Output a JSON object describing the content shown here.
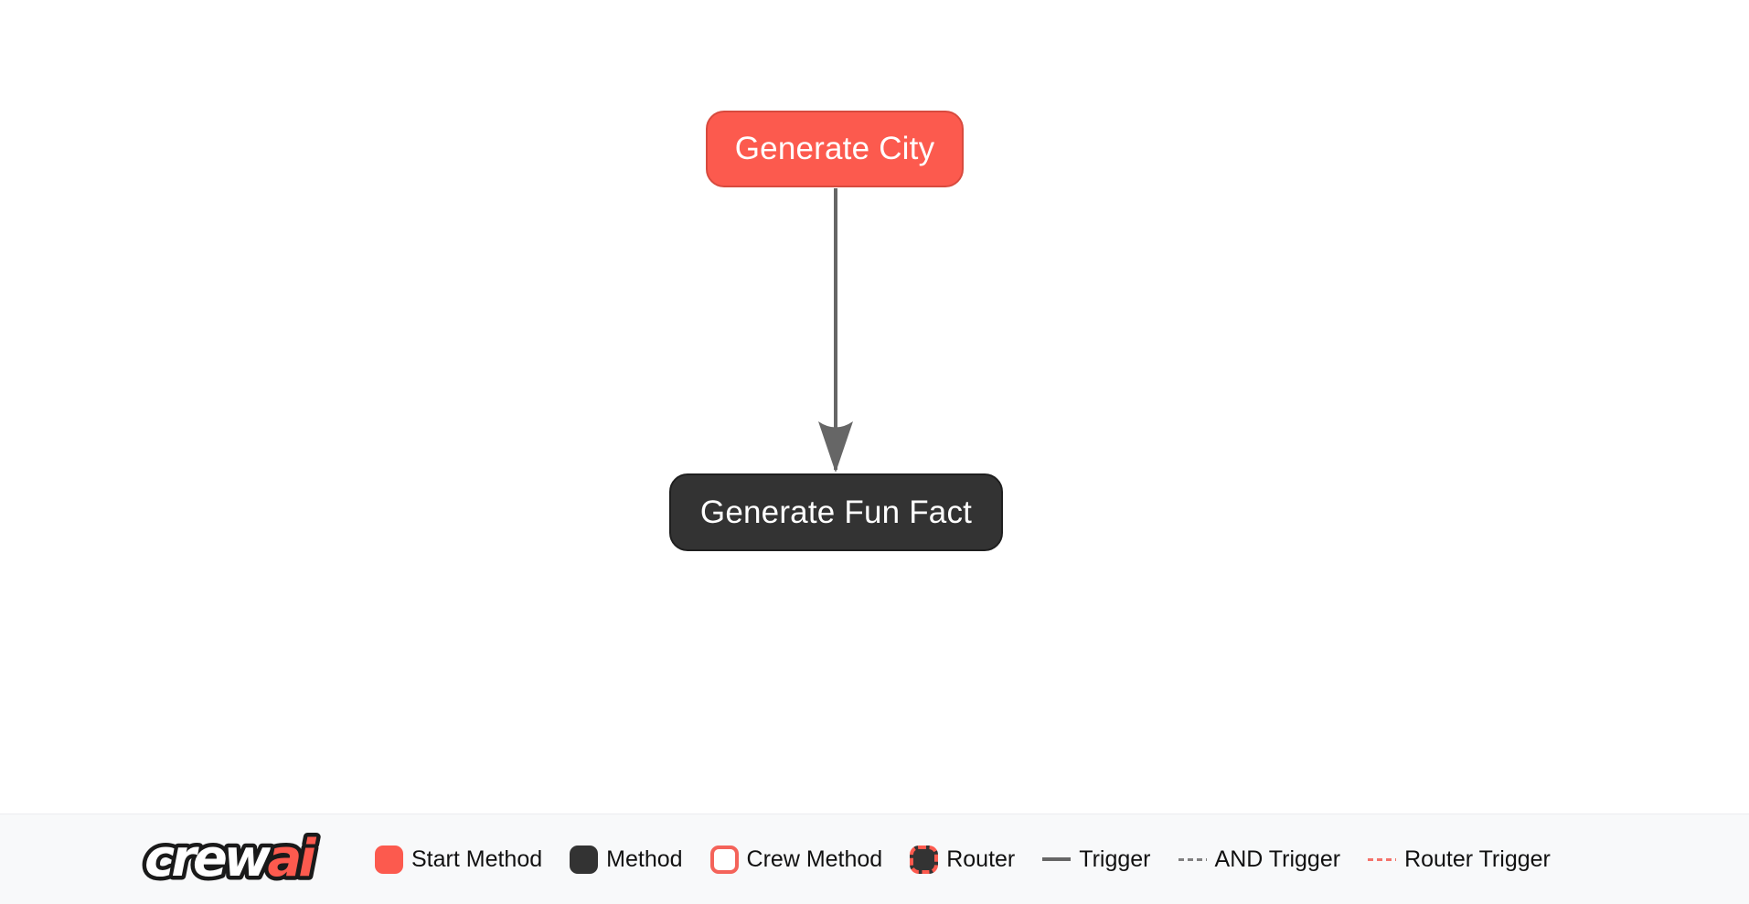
{
  "flow": {
    "nodes": [
      {
        "id": "generate_city",
        "label": "Generate City",
        "type": "start-method",
        "fill": "#FC5A4E",
        "border": "#D84A3E",
        "text_color": "#FFFFFF"
      },
      {
        "id": "generate_fun_fact",
        "label": "Generate Fun Fact",
        "type": "method",
        "fill": "#333333",
        "border": "#1F1F1F",
        "text_color": "#FFFFFF"
      }
    ],
    "edges": [
      {
        "from": "generate_city",
        "to": "generate_fun_fact",
        "type": "trigger",
        "color": "#666666",
        "style": "solid",
        "direction": "down"
      }
    ]
  },
  "legend": {
    "logo": {
      "crew": "crew",
      "ai": "ai",
      "crew_color": "#FFFFFF",
      "ai_color": "#FC5A4E",
      "outline_color": "#1A1A1A"
    },
    "items": [
      {
        "label": "Start Method",
        "swatch": "square",
        "color": "#FC5A4E"
      },
      {
        "label": "Method",
        "swatch": "square",
        "color": "#333333"
      },
      {
        "label": "Crew Method",
        "swatch": "square-outline",
        "color": "#FFFFFF",
        "border_color": "#F4635A"
      },
      {
        "label": "Router",
        "swatch": "square-dashed",
        "color": "#333333",
        "border_color": "#FC5A4E"
      },
      {
        "label": "Trigger",
        "swatch": "solid-line",
        "color": "#666666"
      },
      {
        "label": "AND Trigger",
        "swatch": "dashed-line",
        "color": "#808080"
      },
      {
        "label": "Router Trigger",
        "swatch": "dashed-line",
        "color": "#F4736B"
      }
    ],
    "background": "#F8F9FA"
  },
  "colors": {
    "accent": "#FC5A4E",
    "method_dark": "#333333",
    "edge_gray": "#666666",
    "canvas_background": "#FFFFFF"
  }
}
